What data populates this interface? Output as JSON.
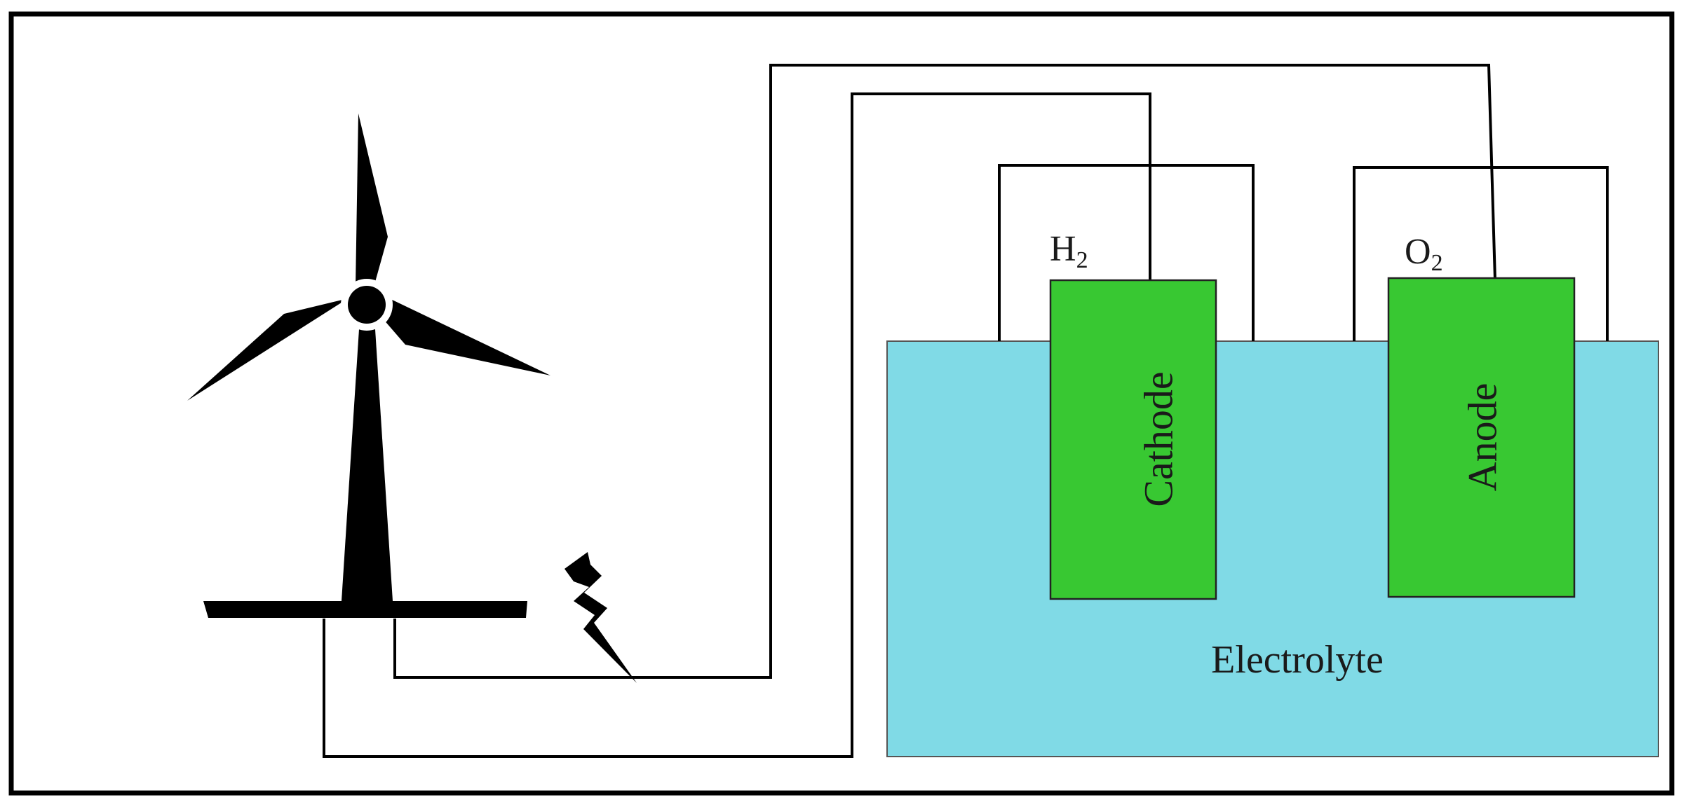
{
  "labels": {
    "gas_cathode": "H",
    "gas_cathode_sub": "2",
    "gas_anode": "O",
    "gas_anode_sub": "2",
    "cathode": "Cathode",
    "anode": "Anode",
    "electrolyte": "Electrolyte"
  },
  "colors": {
    "electrolyte": "#80dae6",
    "electrode": "#38c832",
    "ink": "#000000",
    "frame": "#000000",
    "background": "#ffffff"
  },
  "icons": {
    "turbine": "wind-turbine-icon",
    "power": "lightning-bolt-icon"
  }
}
